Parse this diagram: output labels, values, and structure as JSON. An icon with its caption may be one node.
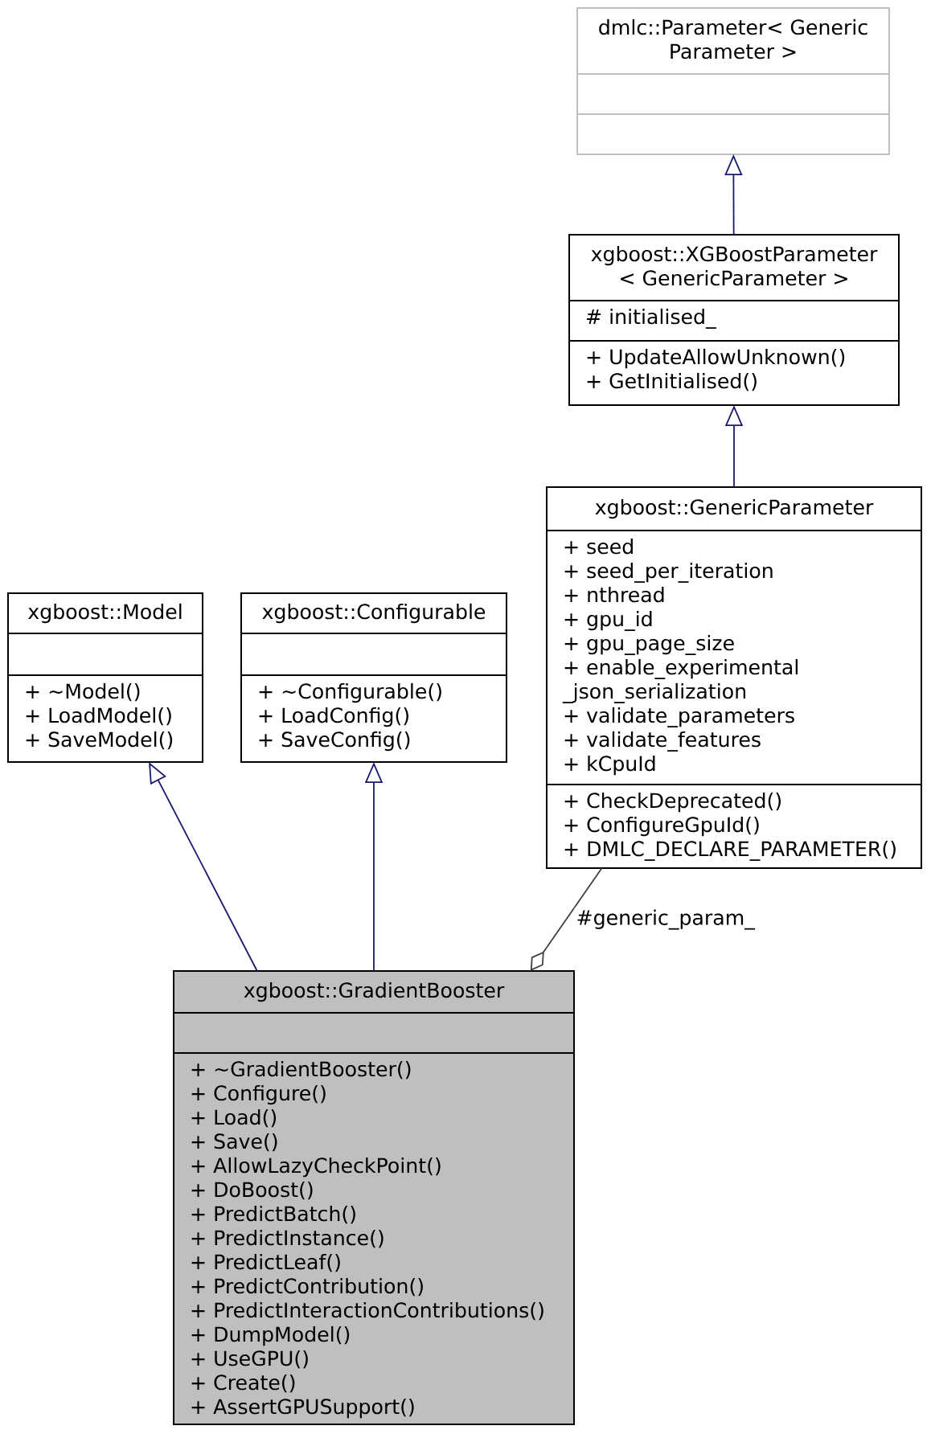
{
  "diagram": {
    "nodes": [
      {
        "text": [
          "dmlc::Parameter< Generic Parameter >"
        ]
      },
      {
        "text": [
          "xgboost::XGBoostParameter < GenericParameter >",
          "# initialised_",
          "+ UpdateAllowUnknown()",
          "+ GetInitialised()"
        ]
      },
      {
        "text": [
          "xgboost::GenericParameter",
          "+ seed",
          "+ seed_per_iteration",
          "+ nthread",
          "+ gpu_id",
          "+ gpu_page_size",
          "+ enable_experimental _json_serialization",
          "+ validate_parameters",
          "+ validate_features",
          "+ kCpuId",
          "+ CheckDeprecated()",
          "+ ConfigureGpuId()",
          "+ DMLC_DECLARE_PARAMETER()"
        ]
      },
      {
        "text": [
          "xgboost::Model",
          "+ ~Model()",
          "+ LoadModel()",
          "+ SaveModel()"
        ]
      },
      {
        "text": [
          "xgboost::Configurable",
          "+ ~Configurable()",
          "+ LoadConfig()",
          "+ SaveConfig()"
        ]
      },
      {
        "text": [
          "xgboost::GradientBooster",
          "+ ~GradientBooster()",
          "+ Configure()",
          "+ Load()",
          "+ Save()",
          "+ AllowLazyCheckPoint()",
          "+ DoBoost()",
          "+ PredictBatch()",
          "+ PredictInstance()",
          "+ PredictLeaf()",
          "+ PredictContribution()",
          "+ PredictInteractionContributions()",
          "+ DumpModel()",
          "+ UseGPU()",
          "+ Create()",
          "+ AssertGPUSupport()"
        ]
      }
    ],
    "edges": [
      {
        "from": 1,
        "to": 0,
        "arrow": "to"
      },
      {
        "from": 2,
        "to": 1,
        "arrow": "to"
      },
      {
        "from": 5,
        "to": 3,
        "arrow": "to"
      },
      {
        "from": 5,
        "to": 4,
        "arrow": "to"
      },
      {
        "from": 2,
        "to": 5,
        "arrow": "other",
        "label": "#generic_param_",
        "color": "#404040"
      }
    ]
  }
}
